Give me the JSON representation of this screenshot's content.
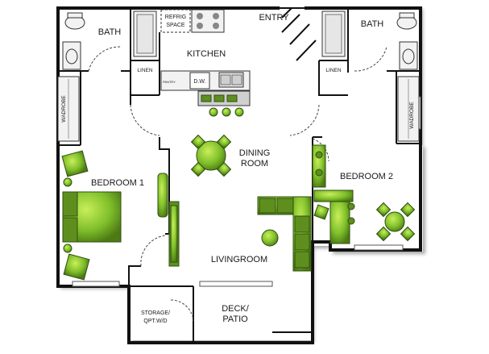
{
  "rooms": {
    "bath_left": "BATH",
    "bath_right": "BATH",
    "refrig_line1": "REFRIG",
    "refrig_line2": "SPACE",
    "entry": "ENTRY",
    "kitchen": "KITCHEN",
    "linen_left": "LINEN",
    "linen_right": "LINEN",
    "dw": "D.W.",
    "pantry": "PANTRY",
    "wardrobe_left": "WADROBE",
    "wardrobe_right": "WADROBE",
    "dining_line1": "DINING",
    "dining_line2": "ROOM",
    "bedroom1": "BEDROOM 1",
    "bedroom2": "BEDROOM 2",
    "livingroom": "LIVINGROOM",
    "storage_line1": "STORAGE/",
    "storage_line2": "QPT.W/D",
    "deck_line1": "DECK/",
    "deck_line2": "PATIO"
  },
  "colors": {
    "wall": "#111111",
    "furniture": "#7fbf2a",
    "furniture_dark": "#4d7a14",
    "fixture": "#f2f2f2"
  }
}
